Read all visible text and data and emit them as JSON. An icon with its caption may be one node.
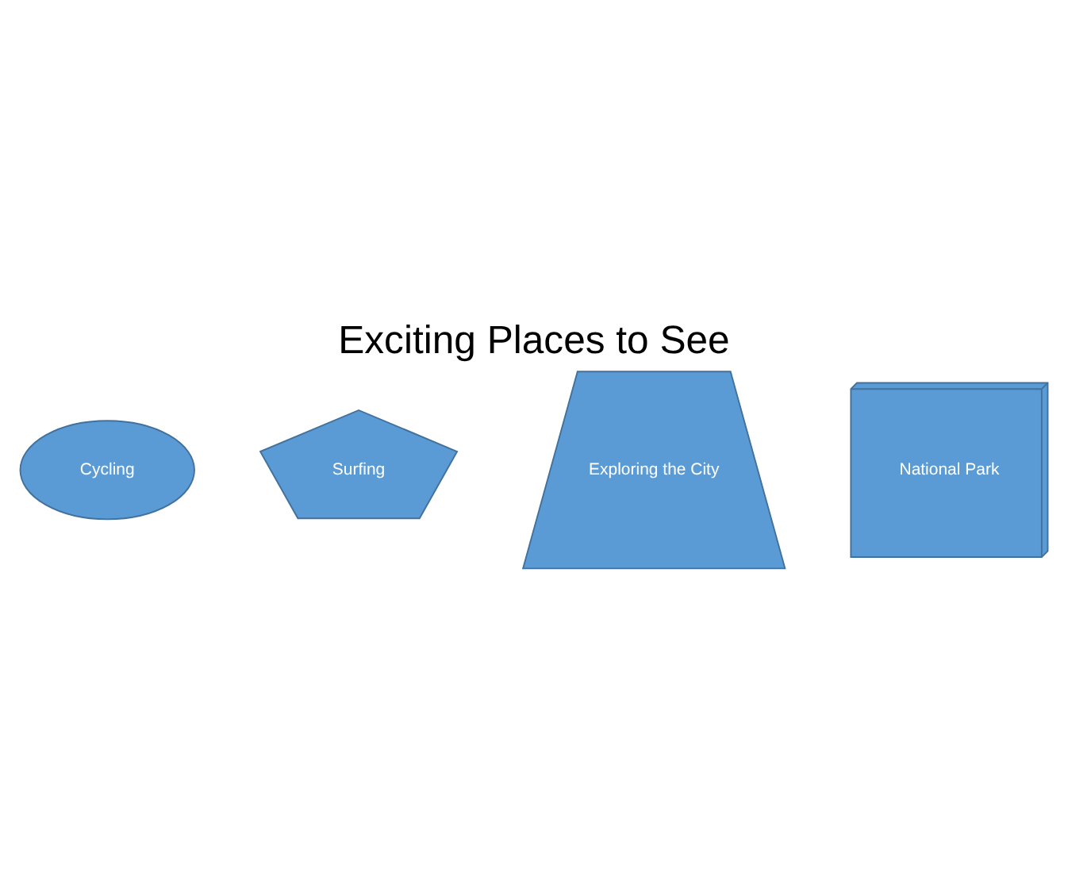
{
  "diagram": {
    "title": "Exciting Places to See",
    "nodes": [
      {
        "text": [
          "Cycling"
        ]
      },
      {
        "text": [
          "Surfing"
        ]
      },
      {
        "text": [
          "Exploring the City"
        ]
      },
      {
        "text": [
          "National Park"
        ]
      }
    ],
    "edges": []
  }
}
